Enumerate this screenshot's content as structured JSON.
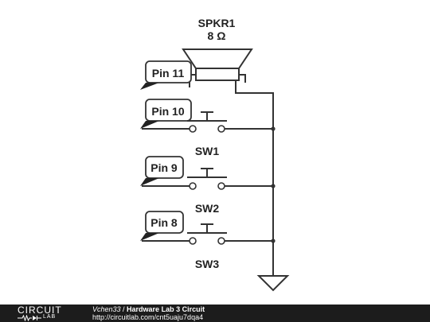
{
  "speaker": {
    "ref": "SPKR1",
    "value": "8 Ω"
  },
  "pins": [
    "Pin 11",
    "Pin 10",
    "Pin 9",
    "Pin 8"
  ],
  "switches": [
    "SW1",
    "SW2",
    "SW3"
  ],
  "footer": {
    "logo_top": "CIRCUIT",
    "logo_bottom": "LAB",
    "author": "Vchen33",
    "separator": " / ",
    "title": "Hardware Lab 3 Circuit",
    "url": "http://circuitlab.com/cnt5uaju7dqa4"
  }
}
